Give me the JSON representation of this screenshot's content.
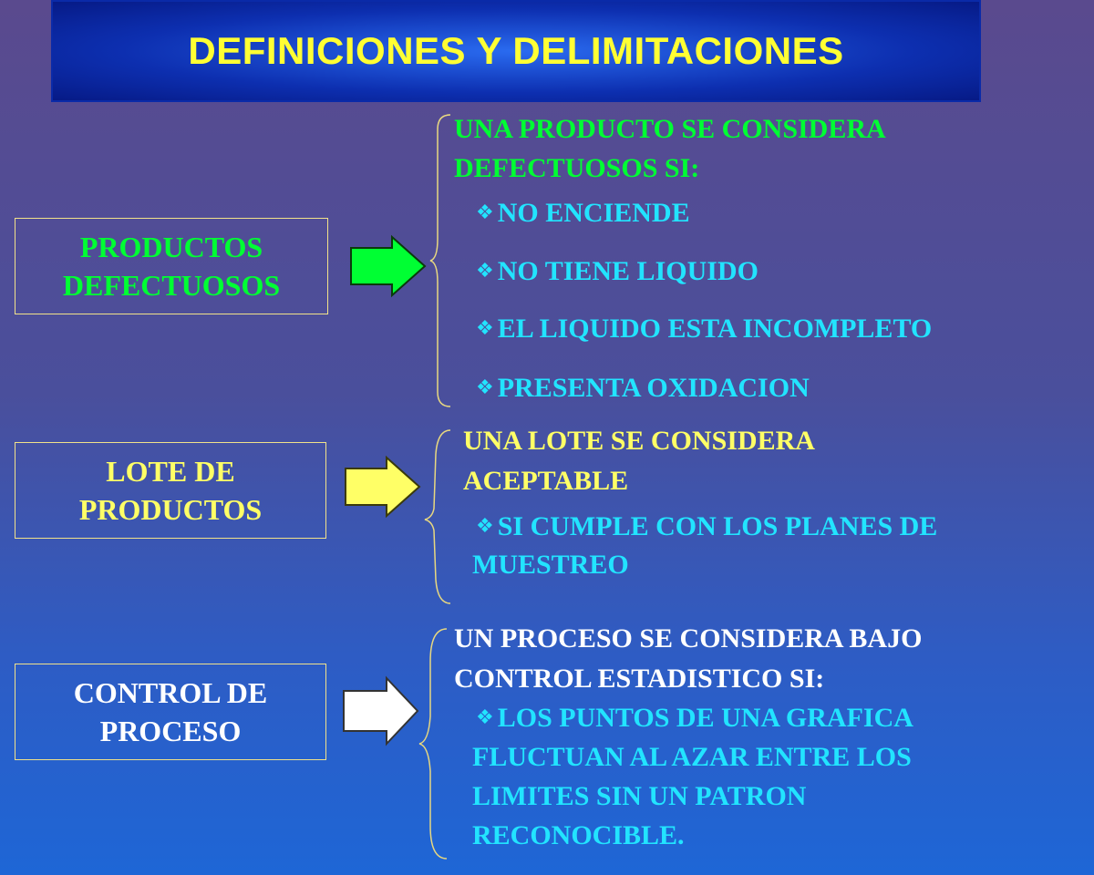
{
  "title": "DEFINICIONES Y DELIMITACIONES",
  "colors": {
    "title": "#ffff33",
    "green": "#00ff33",
    "yellow": "#ffff66",
    "white": "#ffffff",
    "cyan": "#22e4ff"
  },
  "bullet_icon": "diamond-bullet-icon",
  "rows": [
    {
      "box_lines": [
        "PRODUCTOS",
        "DEFECTUOSOS"
      ],
      "header_lines": [
        "UNA PRODUCTO SE CONSIDERA",
        "DEFECTUOSOS SI:"
      ],
      "bullets": [
        "NO ENCIENDE",
        "NO TIENE LIQUIDO",
        "EL LIQUIDO ESTA INCOMPLETO",
        "PRESENTA OXIDACION"
      ]
    },
    {
      "box_lines": [
        "LOTE DE",
        "PRODUCTOS"
      ],
      "header_lines": [
        "UNA LOTE SE CONSIDERA",
        "ACEPTABLE"
      ],
      "bullets": [
        "SI CUMPLE CON LOS  PLANES DE"
      ],
      "bullet_cont": "MUESTREO"
    },
    {
      "box_lines": [
        "CONTROL DE",
        "PROCESO"
      ],
      "header_lines": [
        "UN PROCESO SE CONSIDERA BAJO",
        "CONTROL ESTADISTICO SI:"
      ],
      "bullets": [
        "LOS PUNTOS DE UNA GRAFICA"
      ],
      "bullet_cont_lines": [
        "FLUCTUAN AL AZAR ENTRE LOS",
        "LIMITES SIN UN PATRON",
        "RECONOCIBLE."
      ]
    }
  ]
}
